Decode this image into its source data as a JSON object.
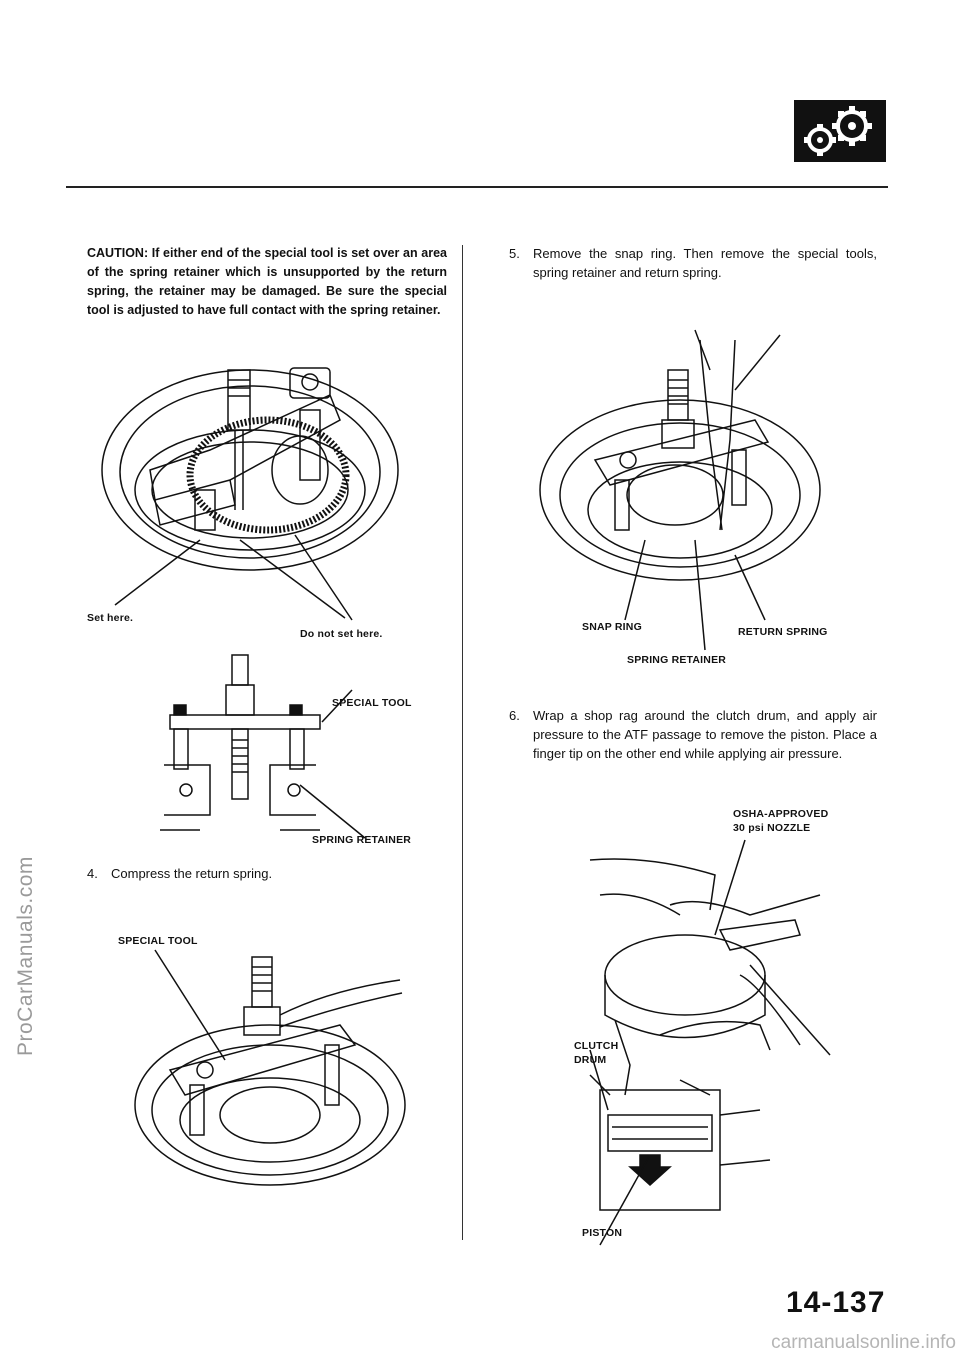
{
  "watermark": {
    "side": "ProCarManuals.com",
    "bottom": "carmanualsonline.info"
  },
  "header": {
    "section_icon": "gear-pair-icon"
  },
  "caution": {
    "text": "CAUTION: If either end of the special tool is set over an area of the spring retainer which is unsupported by the return spring, the retainer may be damaged. Be sure the special tool is adjusted to have full contact with the spring retainer."
  },
  "figure1": {
    "set_here": "Set here.",
    "do_not_set_here": "Do not set here."
  },
  "figure2": {
    "special_tool": "SPECIAL TOOL",
    "spring_retainer": "SPRING RETAINER"
  },
  "step4": {
    "number": "4.",
    "text": "Compress the return spring."
  },
  "figure3": {
    "special_tool": "SPECIAL TOOL"
  },
  "step5": {
    "number": "5.",
    "text": "Remove the snap ring. Then remove the special tools, spring retainer and return spring."
  },
  "figure4": {
    "snap_ring": "SNAP RING",
    "return_spring": "RETURN SPRING",
    "spring_retainer": "SPRING RETAINER"
  },
  "step6": {
    "number": "6.",
    "text": "Wrap a shop rag around the clutch drum, and apply air pressure to the ATF passage to remove the piston. Place a finger tip on the other end while applying air pressure."
  },
  "figure5": {
    "nozzle_line1": "OSHA-APPROVED",
    "nozzle_line2": "30 psi NOZZLE",
    "clutch_line1": "CLUTCH",
    "clutch_line2": "DRUM",
    "piston": "PISTON"
  },
  "footer": {
    "page_number": "14-137"
  }
}
